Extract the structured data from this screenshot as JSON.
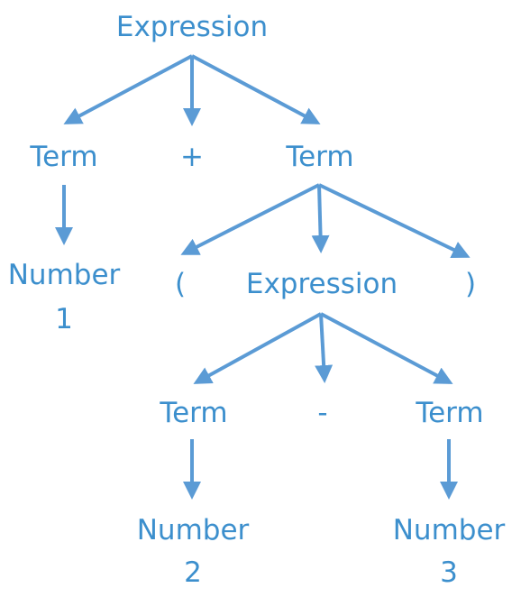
{
  "style": {
    "text_color": "#3c8fcd",
    "edge_color": "#5b9bd5",
    "background": "#ffffff"
  },
  "nodes": {
    "root": "Expression",
    "term_left": "Term",
    "plus": "+",
    "term_right": "Term",
    "number_1_word": "Number",
    "number_1_digit": "1",
    "paren_open": "(",
    "inner_expression": "Expression",
    "paren_close": ")",
    "term_inner_left": "Term",
    "minus": "-",
    "term_inner_right": "Term",
    "number_2_word": "Number",
    "number_2_digit": "2",
    "number_3_word": "Number",
    "number_3_digit": "3"
  }
}
